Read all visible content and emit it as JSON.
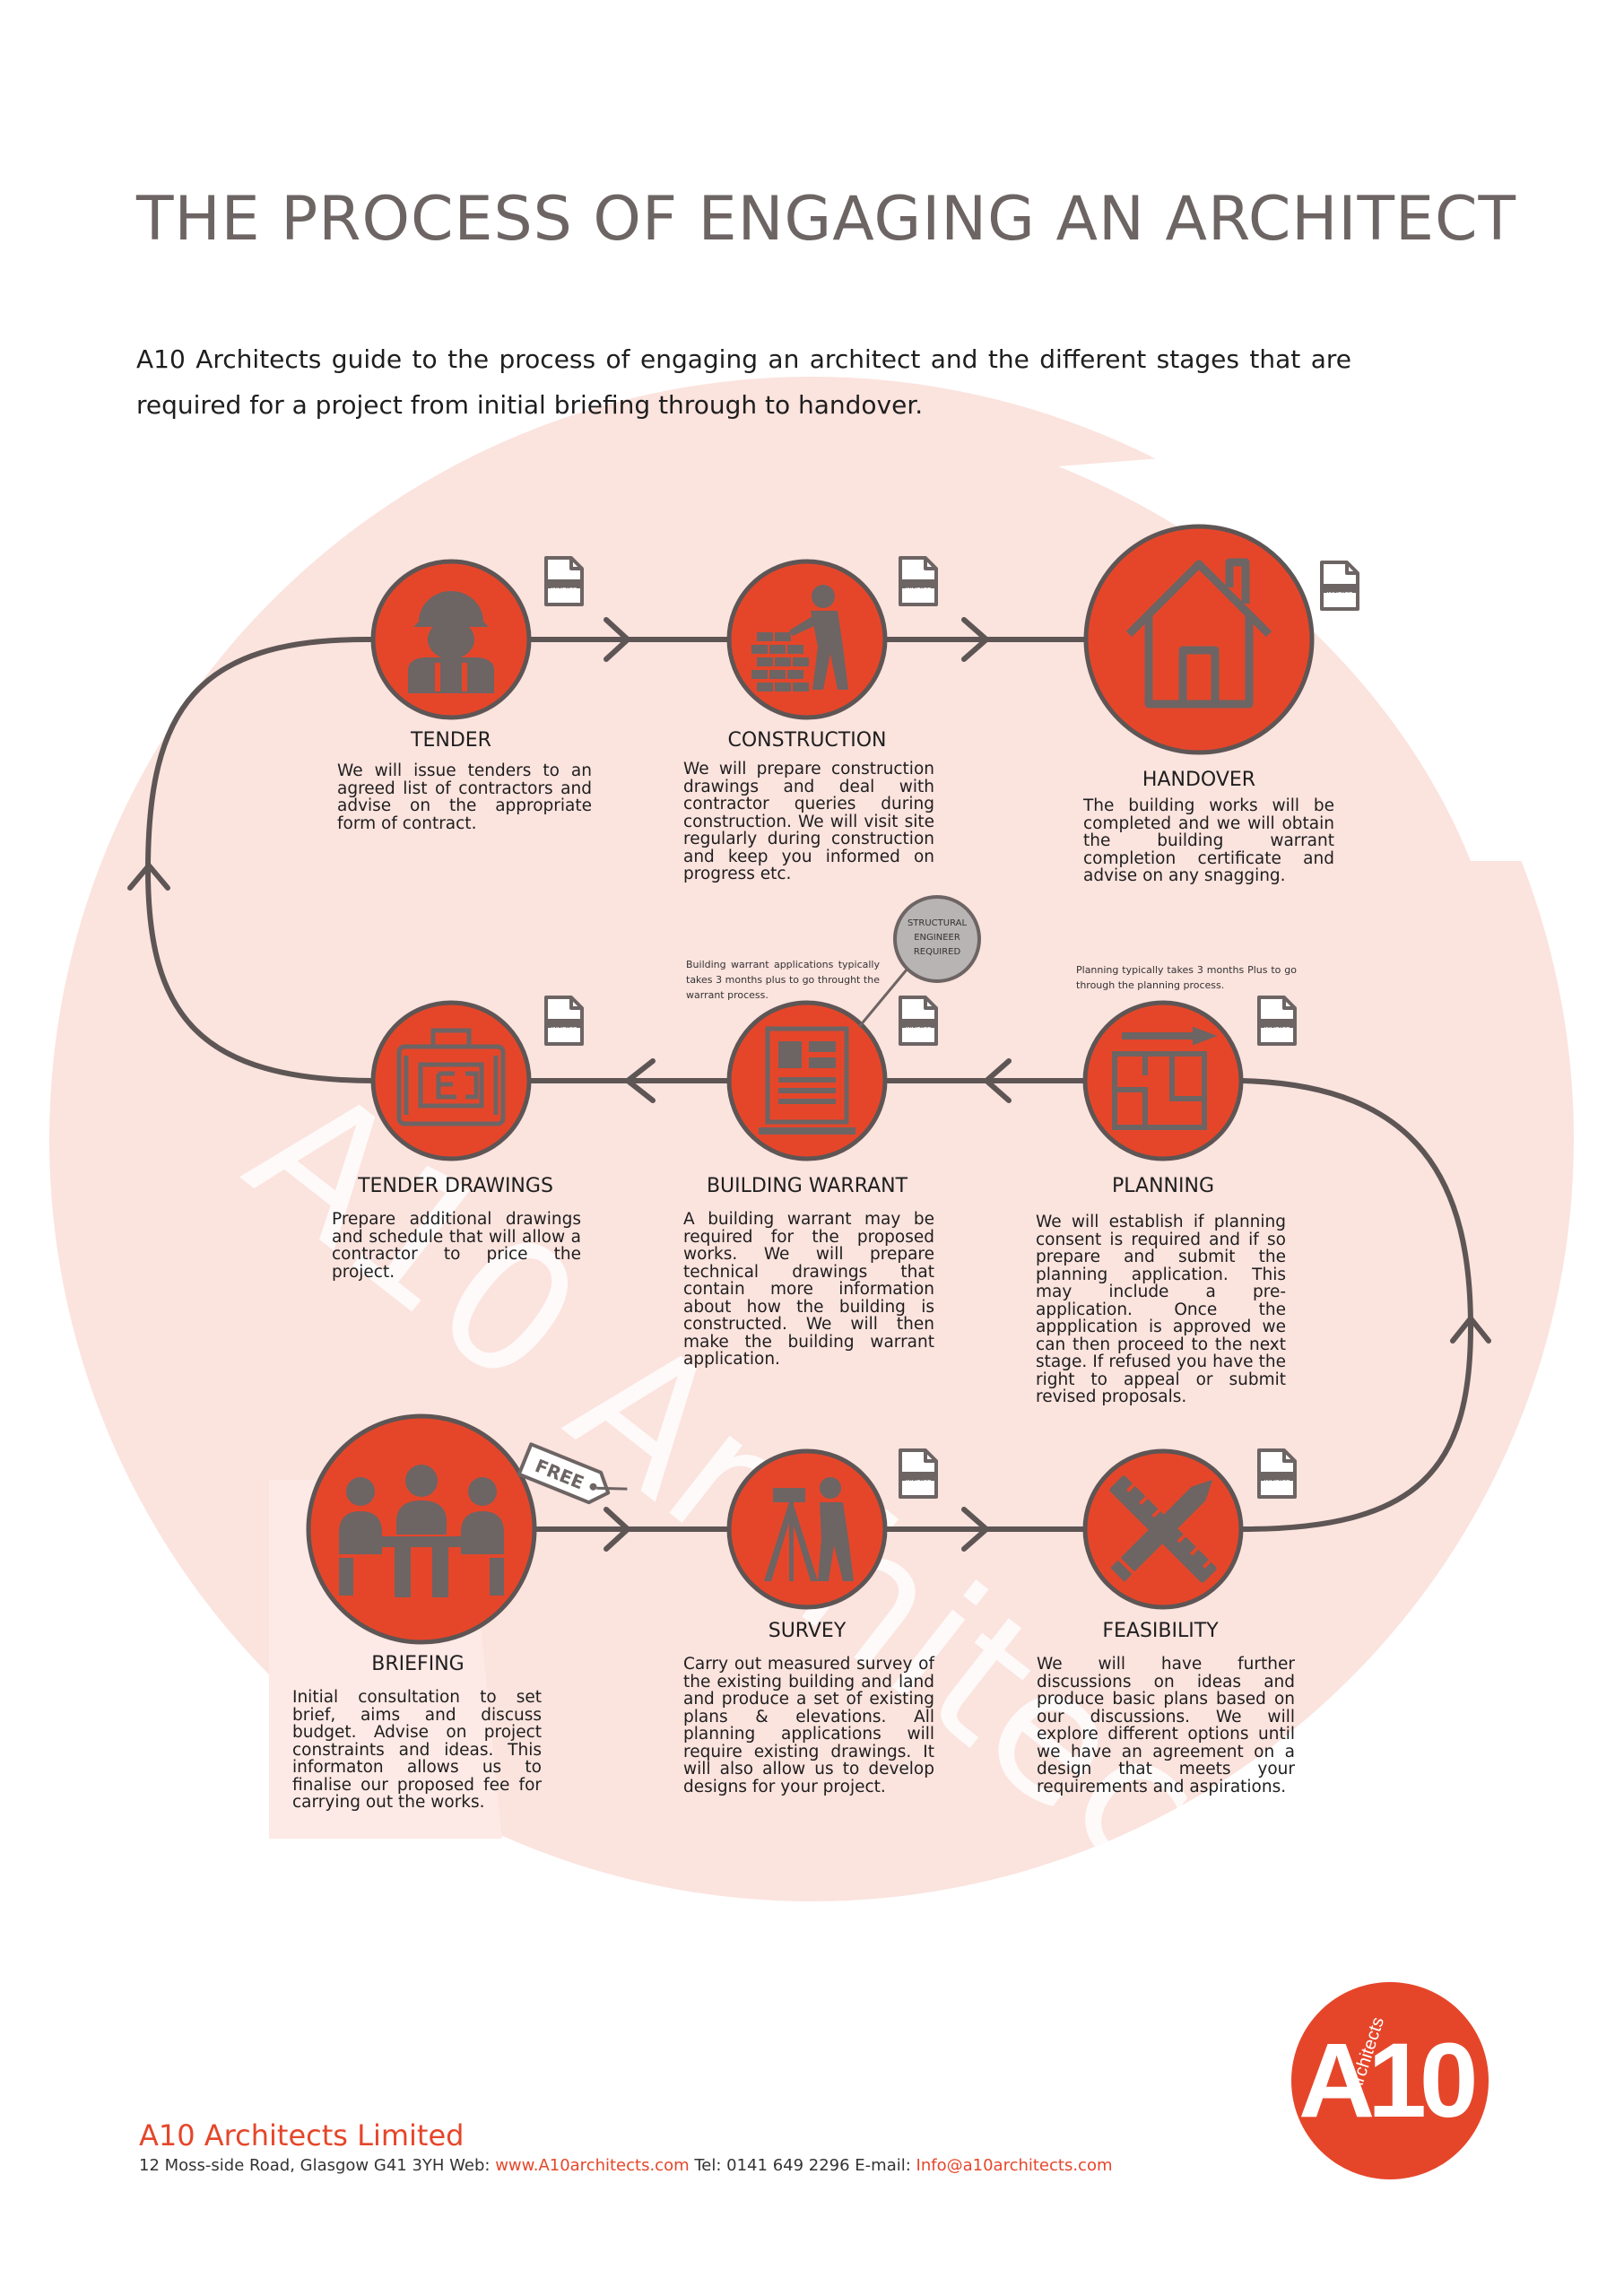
{
  "page": {
    "title": "THE PROCESS OF ENGAGING AN ARCHITECT",
    "intro": "A10 Architects guide to the process of engaging an architect and the different stages that are required for a project from initial briefing through to handover."
  },
  "watermark": "A10 Architects",
  "invoice_label": "INVOICE",
  "free_label": "FREE",
  "colors": {
    "accent": "#e5462a",
    "icon": "#6d6464",
    "flow": "#5e5555",
    "background_mark": "#fbe3de"
  },
  "stages": {
    "tender": {
      "title": "TENDER",
      "description": "We will issue tenders to an agreed list of contractors and advise on the appropriate form of contract.",
      "icon": "worker-hardhat-icon",
      "invoice": true
    },
    "construction": {
      "title": "CONSTRUCTION",
      "description": "We will prepare construction drawings and deal with contractor queries during construction. We will visit site regularly during construction and keep you informed on progress etc.",
      "icon": "bricklayer-icon",
      "invoice": true
    },
    "handover": {
      "title": "HANDOVER",
      "description": "The building works will be completed and we will obtain the building warrant completion certificate and advise on any snagging.",
      "icon": "house-icon",
      "invoice": true
    },
    "tender_drawings": {
      "title": "TENDER DRAWINGS",
      "description": "Prepare additional drawings and schedule that will allow a contractor to price the project.",
      "icon": "blueprint-icon",
      "invoice": true
    },
    "building_warrant": {
      "title": "BUILDING WARRANT",
      "description": "A building warrant may be required for the proposed works. We will prepare technical drawings that contain more information about how the building is constructed. We will then make the building warrant application.",
      "icon": "document-plans-icon",
      "invoice": true,
      "note": "Building warrant applications typically takes 3 months plus to go throught the warrant process.",
      "badge": "STRUCTURAL ENGINEER REQUIRED"
    },
    "planning": {
      "title": "PLANNING",
      "description": "We will establish if planning consent is required and if so prepare and submit the planning application. This may include a pre-application. Once the appplication is approved we can then proceed to the next stage. If refused you have the right to appeal or submit revised proposals.",
      "icon": "floor-plan-icon",
      "invoice": true,
      "note": "Planning typically takes 3 months Plus to go through the planning process."
    },
    "briefing": {
      "title": "BRIEFING",
      "description": "Initial consultation to set brief, aims and discuss budget. Advise on project constraints and ideas. This informaton allows us to finalise our proposed fee for carrying out the works.",
      "icon": "meeting-icon",
      "free": true
    },
    "survey": {
      "title": "SURVEY",
      "description": "Carry out measured survey of the existing building and land and produce a set of existing plans & elevations. All planning applications will require existing drawings. It will also allow us to develop designs for your project.",
      "icon": "surveyor-icon",
      "invoice": true
    },
    "feasibility": {
      "title": "FEASIBILITY",
      "description": "We will have further discussions on ideas and produce basic plans based on our discussions. We will explore different options until we have an agreement on a design that meets your requirements and aspirations.",
      "icon": "ruler-pencil-icon",
      "invoice": true
    }
  },
  "footer": {
    "company": "A10 Architects Limited",
    "address": "12 Moss-side Road, Glasgow G41 3YH Web:",
    "web": "www.A10architects.com",
    "tel": "Tel: 0141 649 2296 E-mail:",
    "email": "Info@a10architects.com"
  },
  "logo": {
    "main": "A10",
    "sub": "Architects"
  }
}
